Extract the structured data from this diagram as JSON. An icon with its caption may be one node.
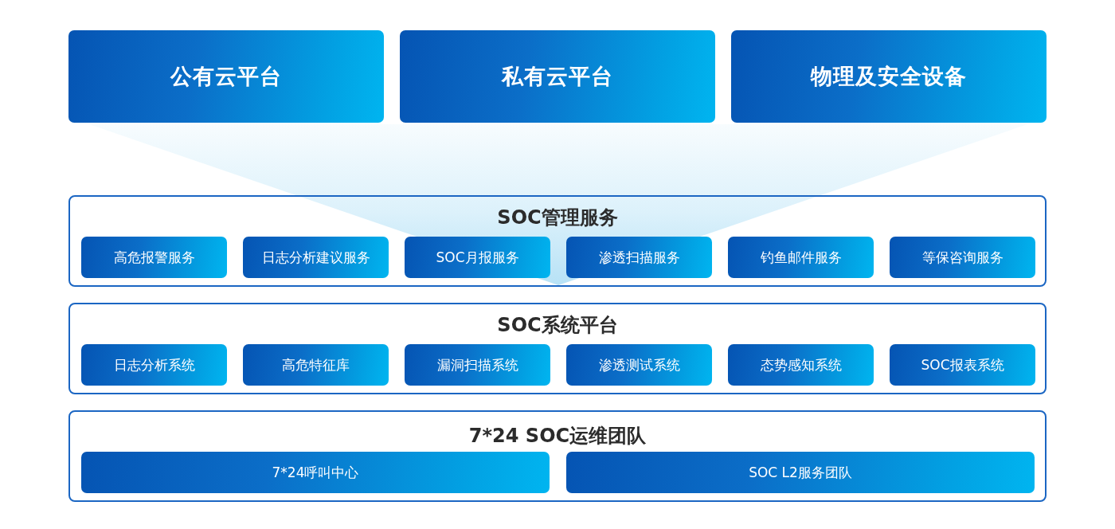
{
  "diagram": {
    "nodes": [
      {
        "text": [
          "公有云平台"
        ]
      },
      {
        "text": [
          "私有云平台"
        ]
      },
      {
        "text": [
          "物理及安全设备"
        ]
      },
      {
        "text": [
          "SOC管理服务"
        ]
      },
      {
        "text": [
          "高危报警服务"
        ],
        "in": 3
      },
      {
        "text": [
          "日志分析建议服务"
        ],
        "in": 3
      },
      {
        "text": [
          "SOC月报服务"
        ],
        "in": 3
      },
      {
        "text": [
          "渗透扫描服务"
        ],
        "in": 3
      },
      {
        "text": [
          "钓鱼邮件服务"
        ],
        "in": 3
      },
      {
        "text": [
          "等保咨询服务"
        ],
        "in": 3
      },
      {
        "text": [
          "SOC系统平台"
        ]
      },
      {
        "text": [
          "日志分析系统"
        ],
        "in": 10
      },
      {
        "text": [
          "高危特征库"
        ],
        "in": 10
      },
      {
        "text": [
          "漏洞扫描系统"
        ],
        "in": 10
      },
      {
        "text": [
          "渗透测试系统"
        ],
        "in": 10
      },
      {
        "text": [
          "态势感知系统"
        ],
        "in": 10
      },
      {
        "text": [
          "SOC报表系统"
        ],
        "in": 10
      },
      {
        "text": [
          "7*24 SOC运维团队"
        ]
      },
      {
        "text": [
          "7*24呼叫中心"
        ],
        "in": 17
      },
      {
        "text": [
          "SOC L2服务团队"
        ],
        "in": 17
      }
    ]
  }
}
